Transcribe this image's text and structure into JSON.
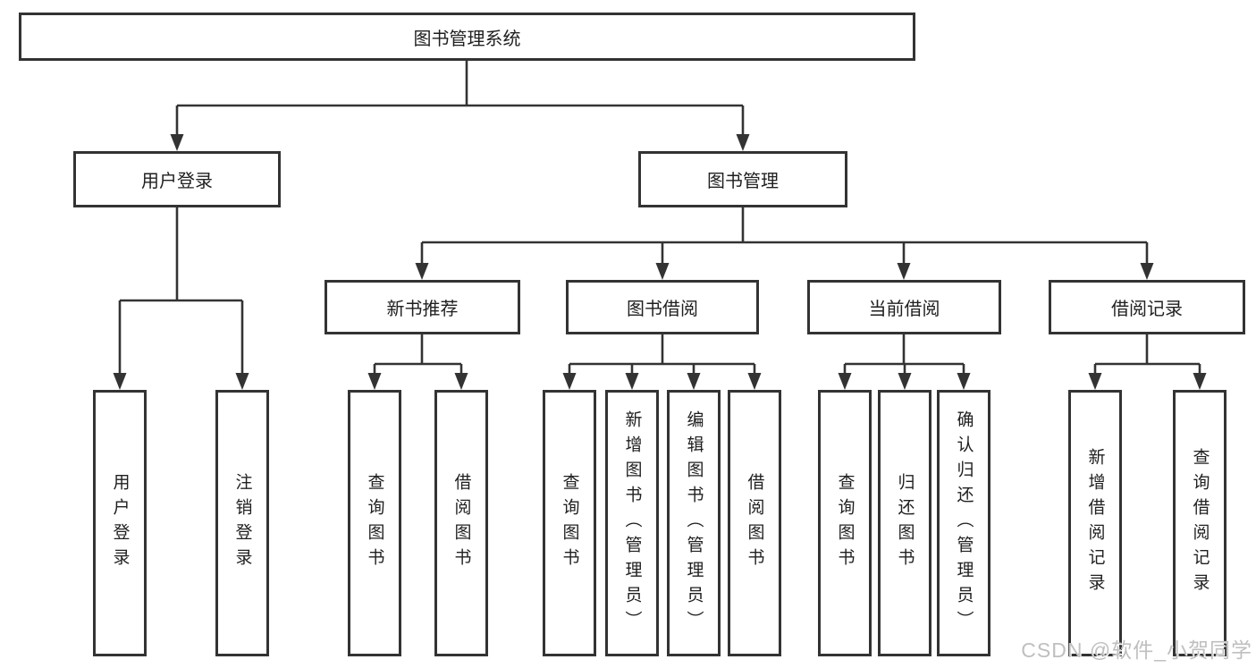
{
  "diagram": {
    "root": "图书管理系统",
    "branches": [
      {
        "label": "用户登录",
        "leaves": [
          {
            "label": "用户登录"
          },
          {
            "label": "注销登录"
          }
        ]
      },
      {
        "label": "图书管理",
        "children": [
          {
            "label": "新书推荐",
            "leaves": [
              {
                "label": "查询图书"
              },
              {
                "label": "借阅图书"
              }
            ]
          },
          {
            "label": "图书借阅",
            "leaves": [
              {
                "label": "查询图书"
              },
              {
                "label": "新增图书（管理员）"
              },
              {
                "label": "编辑图书（管理员）"
              },
              {
                "label": "借阅图书"
              }
            ]
          },
          {
            "label": "当前借阅",
            "leaves": [
              {
                "label": "查询图书"
              },
              {
                "label": "归还图书"
              },
              {
                "label": "确认归还（管理员）"
              }
            ]
          },
          {
            "label": "借阅记录",
            "leaves": [
              {
                "label": "新增借阅记录"
              },
              {
                "label": "查询借阅记录"
              }
            ]
          }
        ]
      }
    ]
  },
  "watermark": {
    "text": "CSDN @软件_小贺同学"
  },
  "colors": {
    "line": "#333333",
    "text": "#1f1f1f",
    "box_fill": "#ffffff",
    "background": "#ffffff",
    "watermark": "#bfbfbf"
  }
}
